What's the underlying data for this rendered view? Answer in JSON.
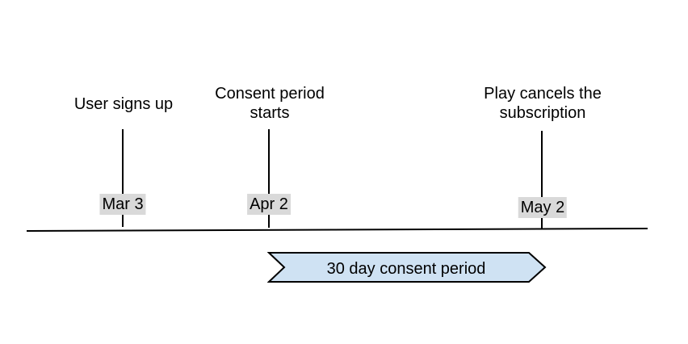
{
  "diagram": {
    "type": "timeline",
    "events": [
      {
        "label": "User signs up",
        "date": "Mar 3"
      },
      {
        "label": "Consent period\nstarts",
        "date": "Apr 2"
      },
      {
        "label": "Play cancels the\nsubscription",
        "date": "May 2"
      }
    ],
    "banner": {
      "label": "30 day consent period"
    },
    "colors": {
      "banner_fill": "#cfe2f3",
      "banner_stroke": "#000000",
      "date_badge_bg": "#d9d9d9",
      "line": "#000000",
      "text": "#000000",
      "background": "#ffffff"
    }
  }
}
